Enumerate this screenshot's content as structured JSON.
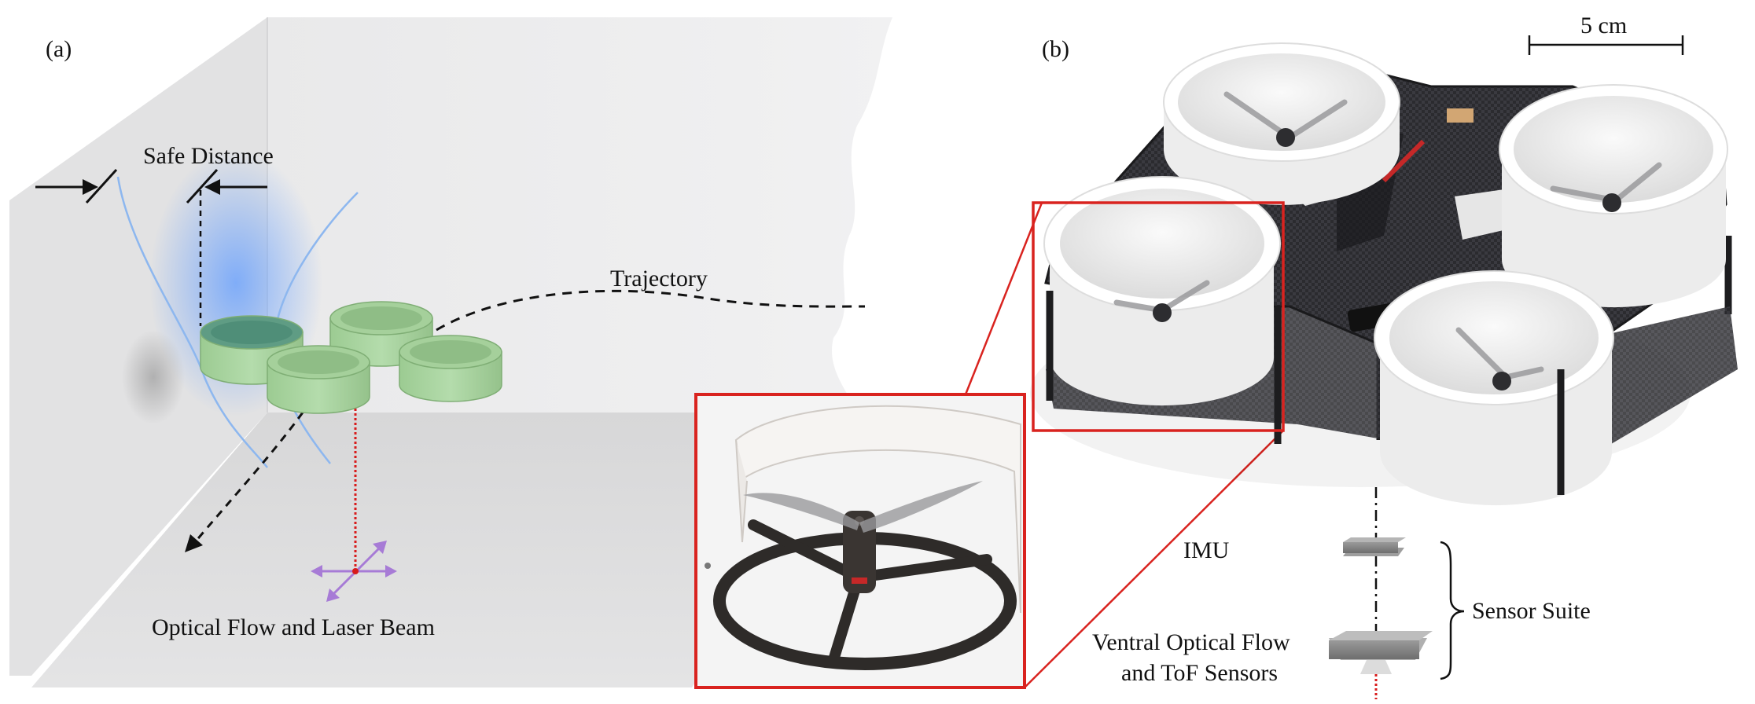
{
  "panel_a": {
    "label": "(a)",
    "safe_distance_label": "Safe Distance",
    "trajectory_label": "Trajectory",
    "optical_flow_label": "Optical Flow and Laser Beam"
  },
  "panel_b": {
    "label": "(b)",
    "scale_bar_label": "5 cm",
    "imu_label": "IMU",
    "sensors_label_line1": "Ventral Optical Flow",
    "sensors_label_line2": "and ToF Sensors",
    "sensor_suite_label": "Sensor Suite"
  },
  "colors": {
    "highlight_frame": "#d9231f",
    "duct_green": "#a9d3a0",
    "airflow_blue": "#7fb0ff",
    "laser_red": "#d81b1b",
    "flow_arrows_purple": "#a77bd6",
    "carbon_frame": "#2b2b2f"
  }
}
